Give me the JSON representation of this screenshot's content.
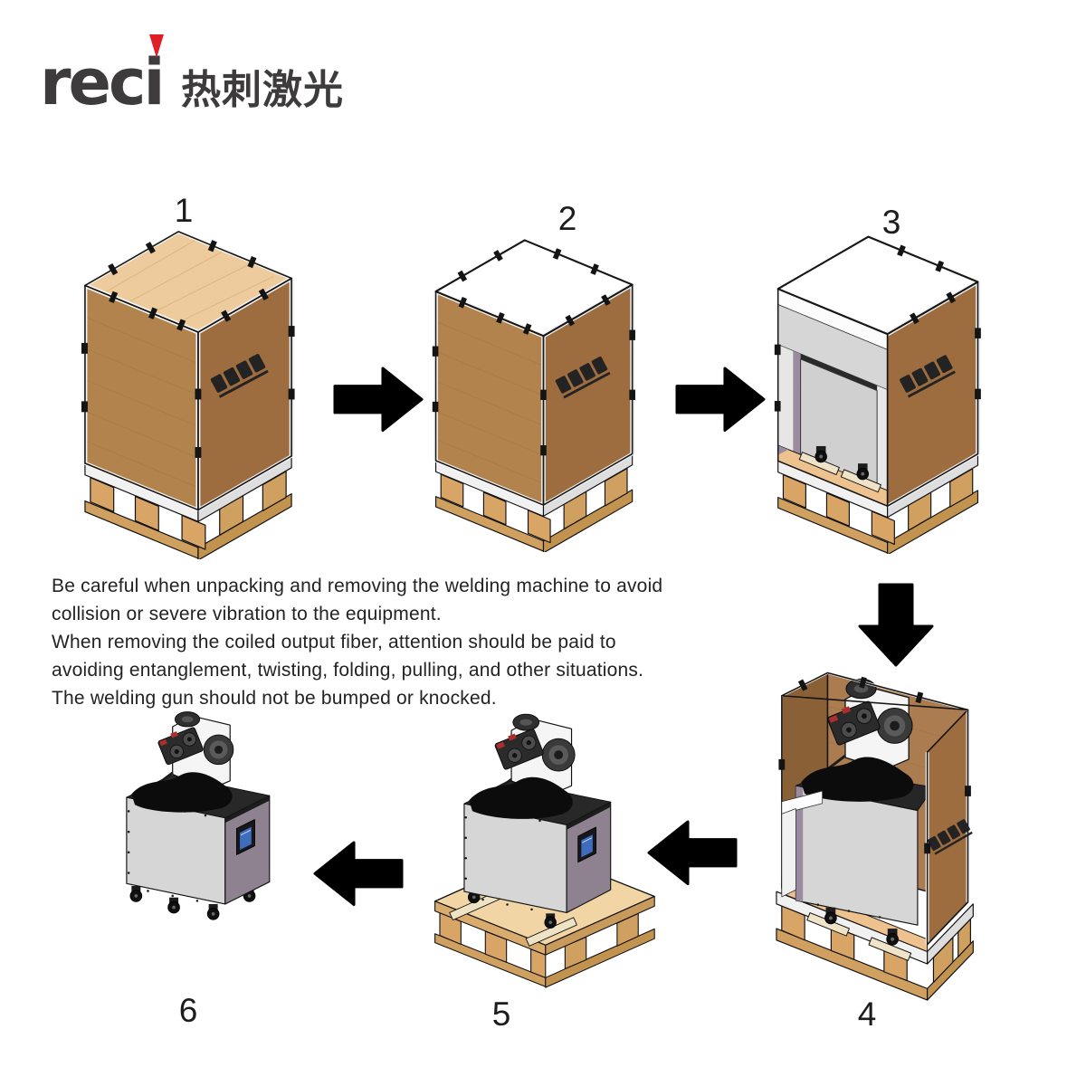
{
  "logo": {
    "brand": "reci",
    "cn_text": "热刺激光",
    "brand_color": "#3d3b3c",
    "accent_color": "#e01e25"
  },
  "steps": [
    {
      "number": "1",
      "figure": "closed-crate-on-pallet"
    },
    {
      "number": "2",
      "figure": "crate-top-lid-removed"
    },
    {
      "number": "3",
      "figure": "crate-front-panel-removed"
    },
    {
      "number": "4",
      "figure": "open-crate-machine-exposed"
    },
    {
      "number": "5",
      "figure": "machine-on-pallet"
    },
    {
      "number": "6",
      "figure": "machine-on-casters"
    }
  ],
  "caution": {
    "lines": [
      "Be careful when unpacking and removing the welding machine to avoid",
      "collision or severe vibration to the equipment.",
      "When removing the coiled output fiber, attention should be paid to",
      "avoiding entanglement, twisting, folding, pulling, and other situations.",
      "The welding gun should not be bumped or knocked."
    ]
  },
  "icons": {
    "flow_arrows": [
      "right-arrow",
      "right-arrow",
      "down-arrow",
      "left-arrow",
      "left-arrow"
    ]
  },
  "colors": {
    "crate_top": "#eecb9c",
    "crate_front": "#b3834e",
    "crate_side": "#9d6d3f",
    "crate_lid_open": "#ffffff",
    "pallet_foot": "#d9a566",
    "pallet_skid": "#cfa05f",
    "machine_body": "#d6d6d6",
    "machine_side": "#8e8290",
    "foam_purple": "#9a8ba0",
    "floor_wood": "#eec28e",
    "fiber_coil": "#0c0c0c",
    "screen_blue": "#3f6dbd",
    "feeder_red": "#ae2d2d",
    "arrow": "#000000",
    "background": "#ffffff"
  }
}
